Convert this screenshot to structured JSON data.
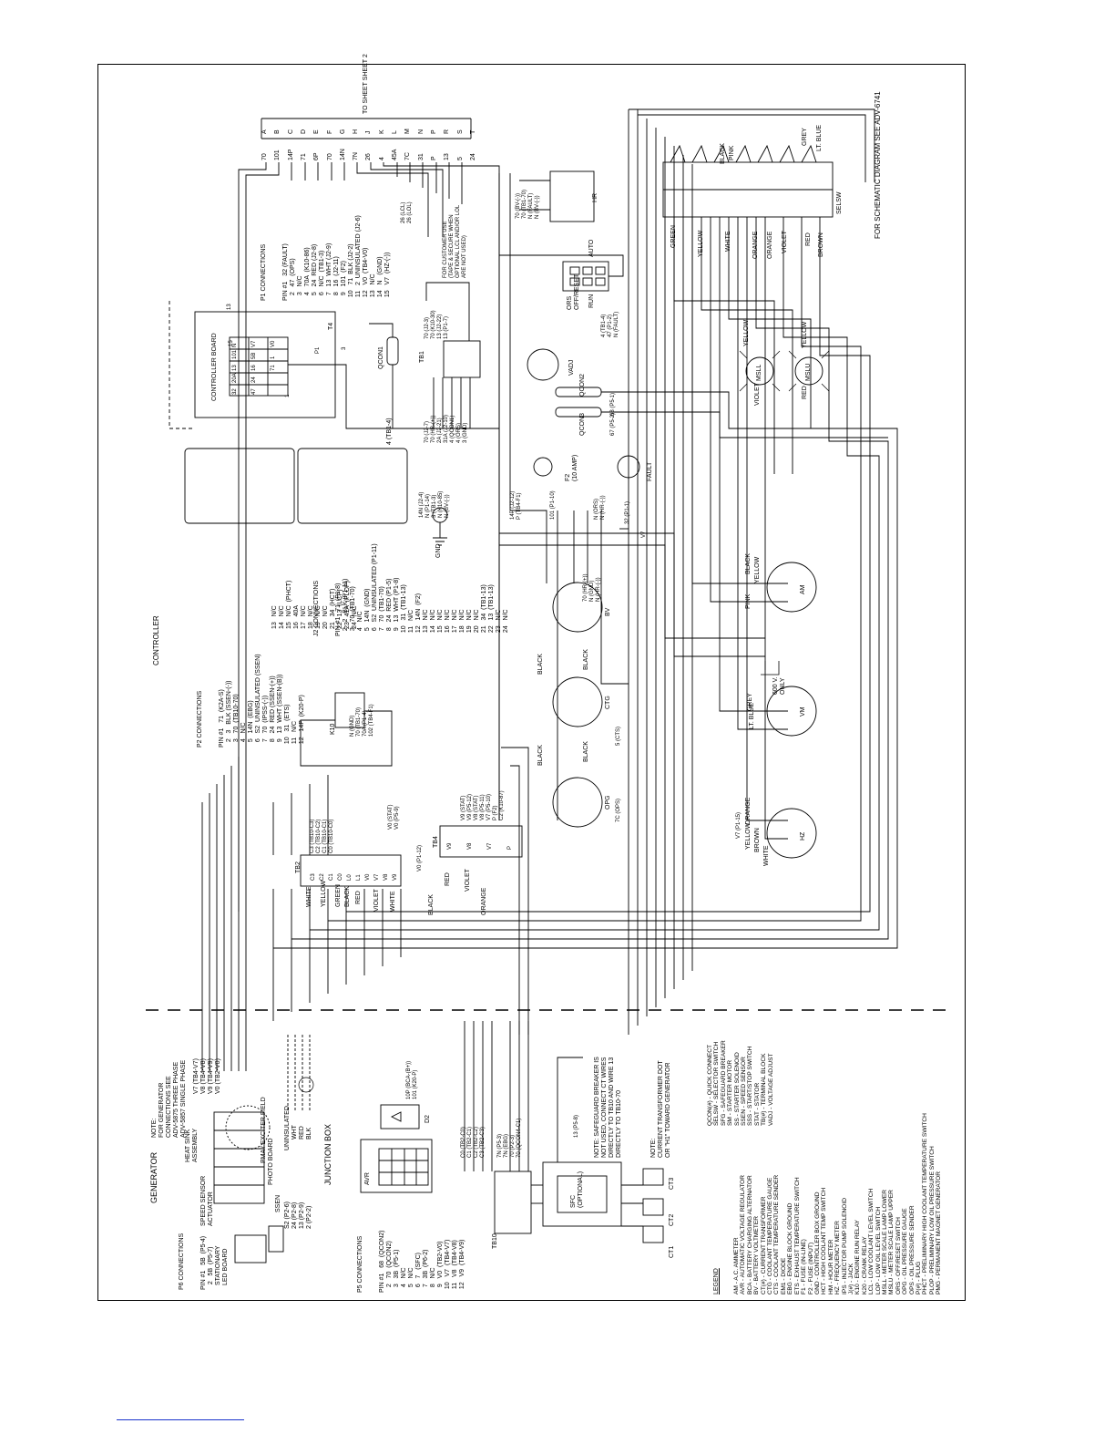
{
  "header": {
    "to_sheet": "TO SHEET\nSHEET 2",
    "schematic_note": "FOR SCHEMATIC DIAGRAM SEE ADV-6741"
  },
  "sheet2_terminals": {
    "letters": [
      "A",
      "B",
      "C",
      "D",
      "E",
      "F",
      "G",
      "H",
      "J",
      "K",
      "L",
      "M",
      "N",
      "P",
      "R",
      "S",
      "T"
    ],
    "wires": [
      "70",
      "101",
      "14P",
      "71",
      "6P",
      "70",
      "14N",
      "7N",
      "26",
      "4",
      "45A",
      "7C",
      "31",
      "P",
      "13",
      "5",
      "24"
    ]
  },
  "sections": {
    "controller": "CONTROLLER",
    "generator": "GENERATOR",
    "junction_box": "JUNCTION BOX",
    "controller_board": "CONTROLLER BOARD"
  },
  "p1_connections": {
    "title": "P1 CONNECTIONS",
    "rows": "PIN #1   32 (FAULT)\n   2   47  (OPS)\n   3   N/C\n   4   70A  (K10-86)\n   5   24  RED (J2-8)\n   6   N/C  (TB1-3)\n   7   13  WHT (J2-9)\n   8   16  (J2-11)\n   9   101  (F2)\n  10   71  BLK (J2-2)\n  11   2  UNINSULATED (J2-6)\n  12   V0  (TB4-V0)\n  13   N/C\n  14   N   (GND)\n  15   V7  (HZ-(-))"
  },
  "p2_connections": {
    "title": "P2 CONNECTIONS",
    "rows": "PIN #1   71  (K2A-S)\n   2   3   BLK (SSEN-(-))\n   3   70  (TB10-70)\n   4   N/C\n   5   14N  (EBG)\n   6   S2  UNINSULATED (SSEN)\n   7   70  (IPSS-(-))\n   8   24  RED (SSEN-(+))\n   9   13  WHT (SSEN-(B))\n  10   31  (ETS)\n  11   N/C\n  12   14P  (K20-P)"
  },
  "j2_connections": {
    "title": "J2 CONNECTIONS",
    "rows": "PIN #1   71  (P1-8)\n   2   2   BLK (P1-11)\n   3   70  (TB1-70)\n   4   N/C\n   5   14N  (GND)\n   6   S2  UNINSULATED (P1-11)\n   7   70  (TB1-70)\n   8   24  RED (P1-5)\n   9   13  WHT (P1-8)\n  10   31  (TB1-13)\n  11   N/C\n  12   14N  (F2)\n  13   N/C\n  14   N/C\n  15   N/C\n  16   N/C\n  17   N/C\n  18   N/C\n  19   N/C\n  20   N/C\n  21   34  (TB1-13)\n  22   13  (TB1-13)\n  23   N/C\n  24   N/C"
  },
  "p2_mid_connections": {
    "rows": "13   N/C\n14   N/C\n15   N/C  (PHCT)\n16   40A\n17   N/C\n18   N/C\n19   N/C\n20   N/C\n21   34  (HCT)\n22   13  (LCP)\n23   41A  (PLOP)\n24   N/C"
  },
  "p5_connections": {
    "title": "P5 CONNECTIONS",
    "rows": "PIN #1   68  (QCON2)\n   2   70  (QCON2)\n   3   3B  (P5-1)\n   4   N/C\n   5   N/C\n   6   7   (SFC)\n   7   3B  (P6-2)\n   8   N/C\n   9   V0  (TB2-V0)\n  10   V7  (TB4-V7)\n  11   V8  (TB4-V8)\n  12   V9  (TB4-V9)"
  },
  "p6_connections": {
    "title": "P6 CONNECTIONS",
    "rows": "PIN #1   5B  (P5-4)\n   2   5B  (P5-7)"
  },
  "generator_notes": {
    "note": "NOTE:\nFOR GENERATOR\nCONNECTIONS SEE\nADV-5875 THREE PHASE\nADV-5857 SINGLE PHASE",
    "heat_sink": "HEAT SINK\nASSEMBLY",
    "speed_sensor": "SPEED SENSOR\nACTUATOR",
    "stationary_led": "STATIONARY\nLED BOARD",
    "photo_board": "PHOTO BOARD",
    "pma_exciter": "PMA / EXCITER FIELD",
    "uninsulated": "UNINSULATED",
    "wht": "WHT",
    "red": "RED",
    "blk": "BLK",
    "ssen": "SSEN",
    "avr": "AVR",
    "d2": "D2",
    "v_leads": "V7 (TB4-V7)\nV8 (TB4-V8)\nV9 (TB4-V9)\nV0 (TB2-V0)",
    "s_leads": "S2 (P2-6)\n24 (P2-8)\n13 (P2-9)\n2 (P2-2)",
    "d2_leads": "10P (BCA-(B+))\n101 (K20-P)"
  },
  "junction_notes": {
    "safeguard_note": "NOTE: SAFEGUARD BREAKER IS\nNOT USED, CONNECT CT WIRES\nDIRECTLY TO TB10 AND WIRE 13\nDIRECTLY TO TB10-70",
    "ct_note": "NOTE:\nCURRENT TRANSFORMER DOT\nOR \"H1\" TOWARD GENERATOR",
    "sfc": "SFC\n(OPTIONAL)",
    "tb10": "TB10",
    "ct1": "CT1",
    "ct2": "CT2",
    "ct3": "CT3",
    "c_leads": "C0 (TB2-C0)\nC1 (TB2-C1)\nC2 (TB2-C2)\nC3 (TB2-C3)",
    "n_leads": "7N (P5-3)\n7N (EBG)\n70 (P2-3)\n70 (QCON4-C1)",
    "lead_13": "13 (P5-8)"
  },
  "legend": {
    "title": "LEGEND",
    "col1": "AM - A.C. AMMETER\nAVR - AUTOMATIC VOLTAGE REGULATOR\nBCA - BATTERY CHARGING ALTERNATOR\nBV - BATTERY VOLTMETER\nCT(#) - CURRENT TRANSFORMER\nCTG - COOLANT TEMPERATURE GAUGE\nCTS - COOLANT TEMPERATURE SENDER\nEM1 - DIODE\nEBG - ENGINE BLOCK GROUND\nETS - EXHAUST TEMPERATURE SWITCH\nF1 - FUSE (IN-LINE)\nF2 - FUSE (INPUT)\nGND - CONTROLLER BOX GROUND\nHCT - HIGH COOLANT TEMP SWITCH\nHM - HOUR METER\nHZ - FREQUENCY METER\nIPS - INJECTOR PUMP SOLENOID\nJ(#) - JACK\nK10 - ENGINE RUN RELAY\nK20 - CRANK RELAY\nLCL - LOW COOLANT LEVEL SWITCH\nLOP - LOW OIL LEVEL SWITCH\nMSLL - METER SCALE LAMP LOWER\nMSLU - METER SCALE LAMP UPPER\nORS - OFF/RESET SWITCH\nOPG - OIL PRESSURE GAUGE\nOPS - OIL PRESSURE SENDER\nP(#) - PLUG\nPHCT - PRELIMINARY HIGH COOLANT TEMPERATURE SWITCH\nPLOP - PRELIMINARY LOW OIL PRESSURE SWITCH\nPMG - PERMANENT MAGNET GENERATOR",
    "col2": "QCON(#) - QUICK CONNECT\nSELSW - SELECTOR SWITCH\nSFG - SAFEGUARD BREAKER\nSM - STARTER MOTOR\nSS - STARTER SOLENOID\nSSEN - SPEED SENSOR\nSSS - START/STOP SWITCH\nSTAT - STATOR\nTB(#) - TERMINAL BLOCK\nVADJ - VOLTAGE ADJUST"
  },
  "meters": {
    "am": "AM",
    "vm": "VM",
    "hz": "HZ",
    "bv": "BV",
    "ctg": "CTG",
    "opg": "OPG",
    "msll": "MSLL",
    "mslu": "MSLU",
    "vadj": "VADJ",
    "hr": "HR",
    "fault": "FAULT",
    "f2": "F2\n(10 AMP)",
    "note_600v": "600 V.\nONLY",
    "selsw": "SELSW",
    "ors": "ORS\nOFF/RESET",
    "run": "RUN",
    "auto": "AUTO"
  },
  "wire_colors": {
    "black": "BLACK",
    "yellow": "YELLOW",
    "pink": "PINK",
    "grey": "GREY",
    "lt_blue": "LT. BLUE",
    "orange": "ORANGE",
    "brown": "BROWN",
    "white": "WHITE",
    "green": "GREEN",
    "red": "RED",
    "violet": "VIOLET"
  },
  "selsw_labels": {
    "left": [
      "GREEN",
      "YELLOW",
      "WHITE",
      "ORANGE",
      "ORANGE",
      "VIOLET",
      "RED",
      "BROWN"
    ],
    "right": [
      "BLACK",
      "PINK",
      "GREY",
      "LT. BLUE"
    ]
  },
  "tb2": {
    "title": "TB2",
    "terminals": [
      "C3",
      "C2",
      "C1",
      "C0",
      "L0",
      "L1",
      "V0",
      "V7",
      "V8",
      "V9"
    ],
    "leads": "C3 (TB10-C3)\nC2 (TB10-C2)\nC1 (TB10-C1)\nC0 (TB10-C0)"
  },
  "tb4": {
    "title": "TB4",
    "terminals": [
      "V9",
      "V8",
      "V7",
      "P"
    ],
    "leads": "V9 (STAT)\nV9 (P5-12)\nV8 (STAT)\nV8 (P5-11)\nV7 (P5-10)\nP (F2)\nC2 (K10-87)"
  },
  "tb1": {
    "title": "TB1",
    "leads": "70 (J2-3)\n70 (K10-30)\n13 (J2-22)\n13 (P1-7)",
    "leads_left": "70 (J2-7)\n70 (HR-(+))\n2A (J2-21)\n31A (J2-10)\n4 (QCON1)\n4 (ORS)\n3 (GND)"
  },
  "k10": {
    "title": "K10",
    "leads": "N (GND)\n70 (TB1-70)\n70A (P1-4)\n102 (TB4-F1)"
  },
  "gnd_leads": "14N (J2-4)\nN (P1-14)\n3 (TB1-3)\nN (K10-85)\nN (BV-(-))",
  "misc_leads": {
    "f2_leads": "14P (J2-12)\nP (TB4-F1)",
    "p1_10": "101 (P1-10)",
    "n_ors": "N (ORS)\nN (HR-(-))",
    "p1_1": "32 (P1-1)",
    "v7": "V7",
    "hr_leads": "70 (BV-(-))\n70 (TB1-70)\nN (FAULT)\nN (BV-(-))",
    "ors_leads": "4 (TB1-4)\n47 (P1-2)\nN (FAULT)",
    "customer_use": "FOR CUSTOMER USE\n(TAPE & SECURE WHEN\nOPTIONAL LCL AND/OR LOL\nARE NOT USED)",
    "lcl": "26 (LCL)\n26 (LOL)",
    "qcon1": "QCON1",
    "qcon2": "QCON2",
    "qcon3": "QCON3",
    "t4": "T4",
    "tb1_4": "4 (TB1-4)",
    "p5_1": "68 (P5-1)",
    "p5_2": "67 (P5-2)",
    "ctg_lead": "5 (CTS)",
    "opg_lead": "7C (OPS)",
    "hz_lead": "V7 (P1-15)",
    "bv_leads": "70 (HR-(+))\nN (GND)\nN (HR-(-))",
    "gnd": "GND",
    "tb2_side": "V0 (STAT)\nV0 (P5-9)",
    "v0_p1": "V0 (P1-12)"
  },
  "board_pins": {
    "rows": [
      [
        "N",
        "V7",
        "V0"
      ],
      [
        "101",
        "5B",
        "1"
      ],
      [
        "13",
        "16",
        "71"
      ],
      [
        "20A",
        "24",
        ""
      ],
      [
        "32",
        "47",
        ""
      ]
    ],
    "edge": [
      "13",
      "15",
      "1",
      "3",
      "P1"
    ]
  }
}
